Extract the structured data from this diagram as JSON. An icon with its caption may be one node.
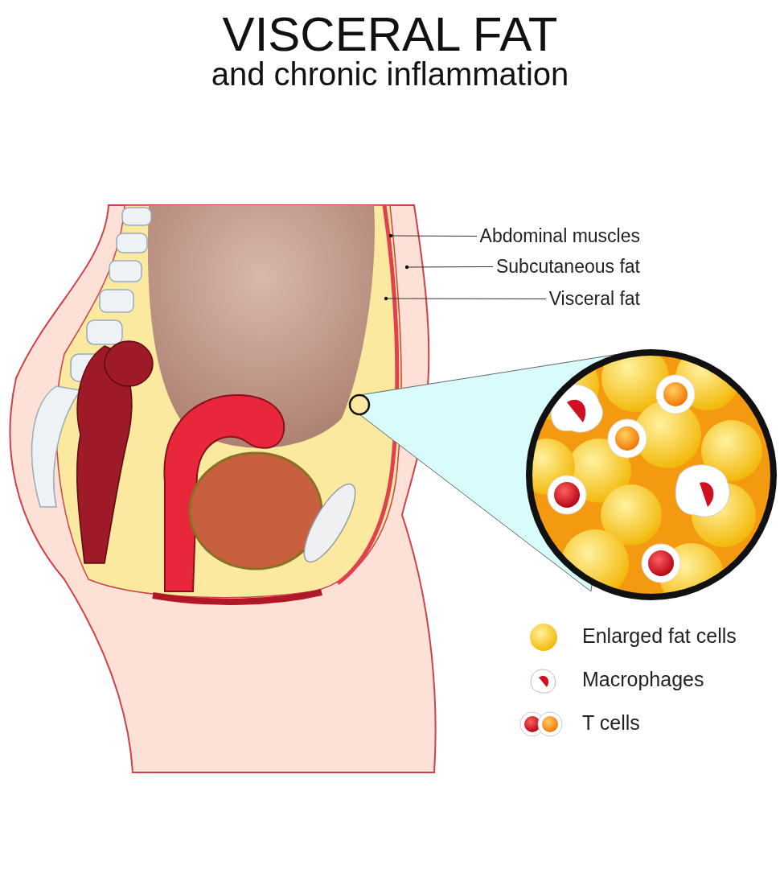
{
  "diagram": {
    "title": "VISCERAL FAT",
    "nodes": [
      {
        "text": [
          "Abdominal muscles"
        ]
      },
      {
        "text": [
          "Subcutaneous fat"
        ]
      },
      {
        "text": [
          "Visceral fat"
        ]
      }
    ],
    "edges": [
      {
        "from": 0,
        "to": null,
        "arrow": "other"
      },
      {
        "from": 1,
        "to": null,
        "arrow": "other"
      },
      {
        "from": 2,
        "to": null,
        "arrow": "other"
      }
    ],
    "labels": [
      "and chronic inflammation"
    ],
    "legend": [
      {
        "text": "Enlarged fat cells"
      },
      {
        "text": "Macrophages"
      },
      {
        "text": "T cells"
      }
    ]
  }
}
